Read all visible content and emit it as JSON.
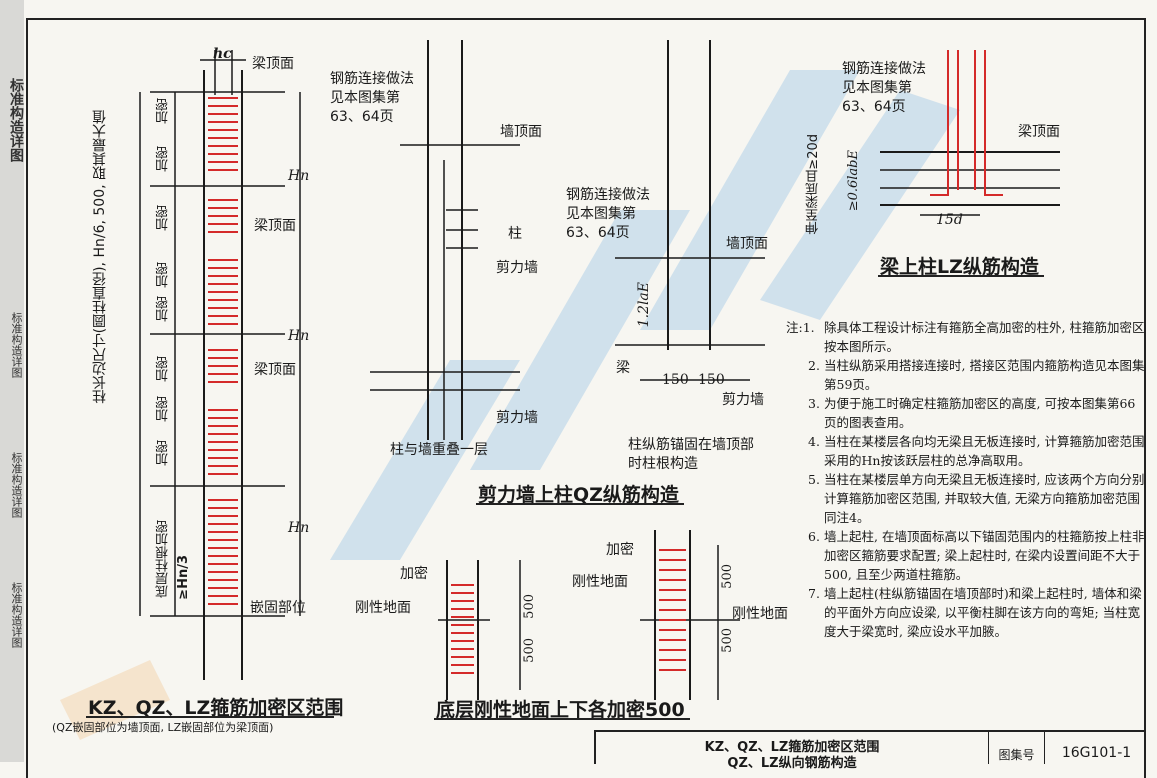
{
  "side_tabs": [
    "标准构造详图",
    "标准构造详图",
    "标准构造详图",
    "标准构造详图"
  ],
  "fig_a": {
    "hc": "hc",
    "beam_top_1": "梁顶面",
    "beam_top_2": "梁顶面",
    "beam_top_3": "梁顶面",
    "dense": "加密",
    "hn": "Hn",
    "long_dim": "柱长边尺寸(圆柱直径), Hn/6, 500, 取其最大值",
    "bottom_dense": "底层柱根加密",
    "bottom_value": "≥Hn/3",
    "embed": "嵌固部位",
    "caption": "KZ、QZ、LZ箍筋加密区范围",
    "sub": "(QZ嵌固部位为墙顶面, LZ嵌固部位为梁顶面)"
  },
  "fig_b": {
    "conn": "钢筋连接做法见本图集第63、64页",
    "wall_top": "墙顶面",
    "column": "柱",
    "shear_wall": "剪力墙",
    "shear_wall2": "剪力墙",
    "overlap": "柱与墙重叠一层"
  },
  "fig_c": {
    "conn": "钢筋连接做法见本图集第63、64页",
    "wall_top": "墙顶面",
    "lae": "1.2laE",
    "beam": "梁",
    "d150a": "150",
    "d150b": "150",
    "shear_wall": "剪力墙",
    "caption_small": "柱纵筋锚固在墙顶部时柱根构造"
  },
  "qz_caption": "剪力墙上柱QZ纵筋构造",
  "fig_d": {
    "conn": "钢筋连接做法见本图集第63、64页",
    "beam_top": "梁顶面",
    "anchor": "伸至梁底且≥20d",
    "anchor2": "≥0.6labE",
    "d15": "15d",
    "caption": "梁上柱LZ纵筋构造"
  },
  "fig_e": {
    "dense_l": "加密",
    "rigid_l": "刚性地面",
    "d500a": "500",
    "d500b": "500",
    "dense_r": "加密",
    "rigid_r": "刚性地面",
    "rigid_r2": "刚性地面",
    "d500c": "500",
    "d500d": "500",
    "caption": "底层刚性地面上下各加密500"
  },
  "notes": [
    {
      "n": "注:1.",
      "text": "除具体工程设计标注有箍筋全高加密的柱外, 柱箍筋加密区按本图所示。"
    },
    {
      "n": "2.",
      "text": "当柱纵筋采用搭接连接时, 搭接区范围内箍筋构造见本图集第59页。"
    },
    {
      "n": "3.",
      "text": "为便于施工时确定柱箍筋加密区的高度, 可按本图集第66页的图表查用。"
    },
    {
      "n": "4.",
      "text": "当柱在某楼层各向均无梁且无板连接时, 计算箍筋加密范围采用的Hn按该跃层柱的总净高取用。"
    },
    {
      "n": "5.",
      "text": "当柱在某楼层单方向无梁且无板连接时, 应该两个方向分别计算箍筋加密区范围, 并取较大值, 无梁方向箍筋加密范围同注4。"
    },
    {
      "n": "6.",
      "text": "墙上起柱, 在墙顶面标高以下锚固范围内的柱箍筋按上柱非加密区箍筋要求配置; 梁上起柱时, 在梁内设置间距不大于500, 且至少两道柱箍筋。"
    },
    {
      "n": "7.",
      "text": "墙上起柱(柱纵筋锚固在墙顶部时)和梁上起柱时, 墙体和梁的平面外方向应设梁, 以平衡柱脚在该方向的弯矩; 当柱宽度大于梁宽时, 梁应设水平加腋。"
    }
  ],
  "titleblock": {
    "title1": "KZ、QZ、LZ箍筋加密区范围",
    "title2": "QZ、LZ纵向钢筋构造",
    "label": "图集号",
    "value": "16G101-1"
  },
  "colors": {
    "rebar": "#d42a2a",
    "line": "#1a1a1a",
    "paper": "#f7f6f1"
  }
}
